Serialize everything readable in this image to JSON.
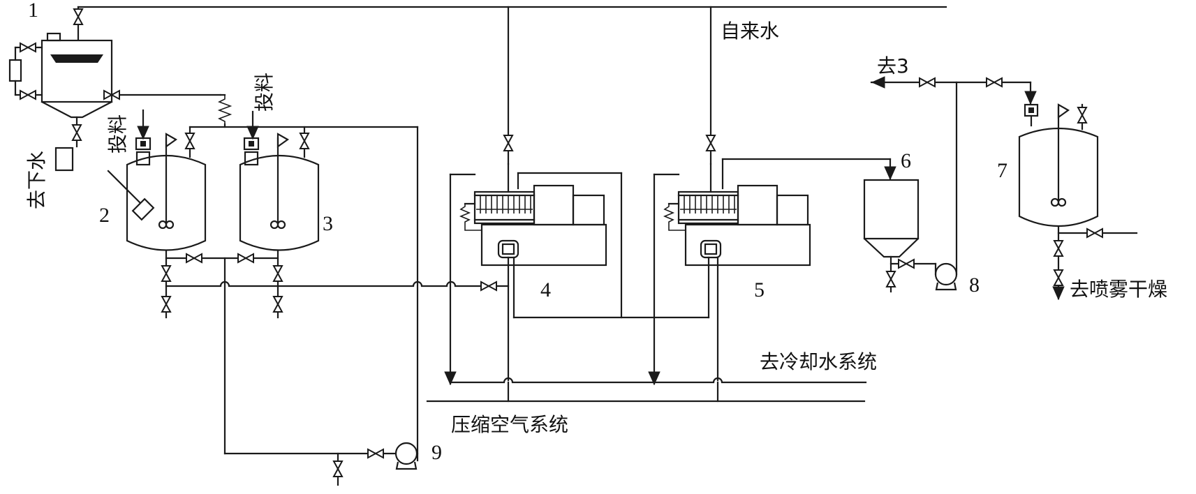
{
  "labels": {
    "unit1": "1",
    "unit2": "2",
    "unit3": "3",
    "unit4": "4",
    "unit5": "5",
    "unit6": "6",
    "unit7": "7",
    "unit8": "8",
    "unit9": "9",
    "tap_water": "自来水",
    "feed_a": "投料",
    "feed_b": "投料",
    "to_drain": "去下水",
    "to_3": "去3",
    "to_spray_dry": "去喷雾干燥",
    "to_cooling": "去冷却水系统",
    "compressed_air": "压缩空气系统"
  }
}
